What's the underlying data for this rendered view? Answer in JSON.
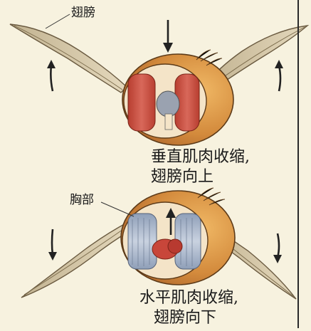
{
  "labels": {
    "wing": "翅膀",
    "thorax": "胸部"
  },
  "captions": {
    "top_line1": "垂直肌肉收缩,",
    "top_line2": "翅膀向上",
    "bottom_line1": "水平肌肉收缩,",
    "bottom_line2": "翅膀向下"
  },
  "colors": {
    "background": "#f7f2df",
    "shell": "#d99a4c",
    "muscle": "#c85040",
    "muscle_horizontal": "#a9b6c8",
    "wing": "#d8c9a8",
    "arrow": "#222222"
  },
  "icons": [
    "arrow-down-icon",
    "arrow-up-icon"
  ]
}
